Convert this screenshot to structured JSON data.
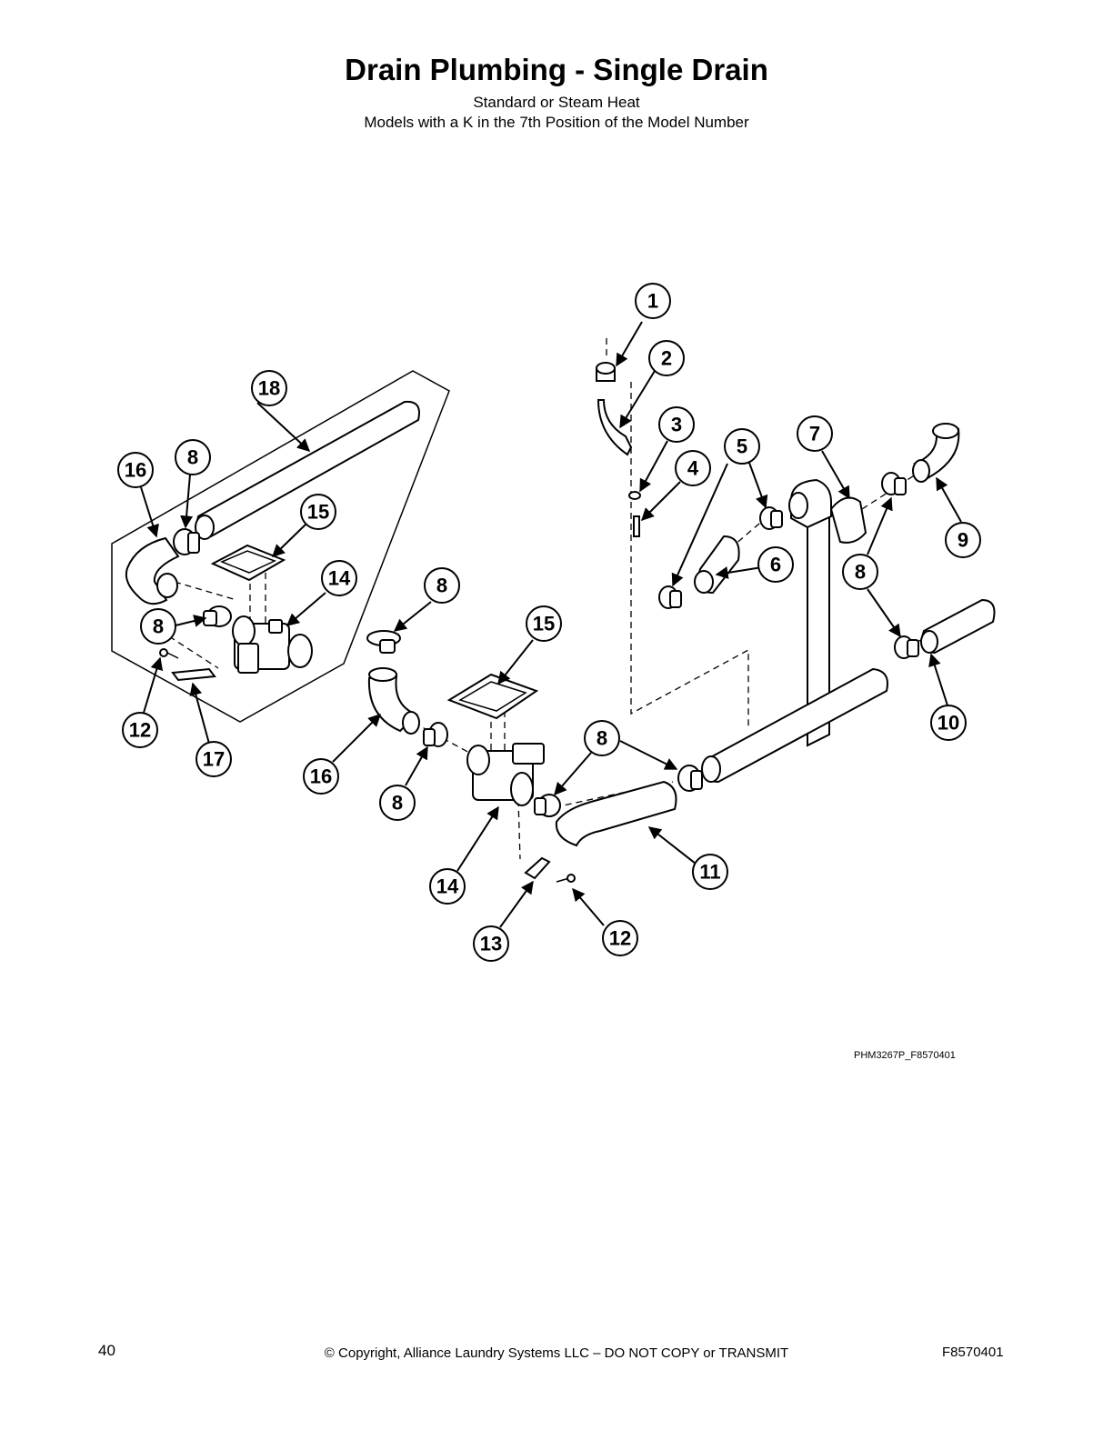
{
  "header": {
    "title": "Drain Plumbing - Single Drain",
    "subtitle_1": "Standard or Steam Heat",
    "subtitle_2": "Models with a K in the 7th Position of the Model Number"
  },
  "callouts": [
    "1",
    "2",
    "3",
    "4",
    "5",
    "6",
    "7",
    "8",
    "9",
    "10",
    "11",
    "12",
    "13",
    "14",
    "15",
    "16",
    "17",
    "18"
  ],
  "image_id": "PHM3267P_F8570401",
  "footer": {
    "page_number": "40",
    "copyright": "© Copyright, Alliance Laundry Systems LLC – DO NOT COPY or TRANSMIT",
    "doc_number": "F8570401"
  }
}
